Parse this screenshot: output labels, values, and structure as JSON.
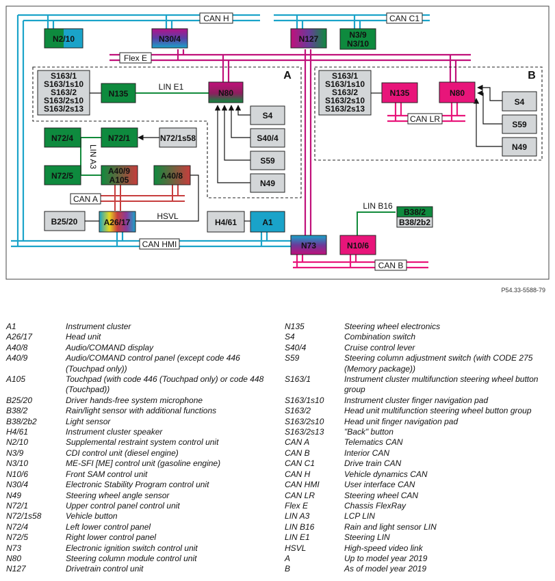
{
  "diagram": {
    "frame_labels": {
      "a": "A",
      "b": "B"
    },
    "buses": {
      "can_h": "CAN H",
      "can_c1": "CAN C1",
      "flex_e": "Flex E",
      "lin_e1": "LIN E1",
      "lin_a3": "LIN A3",
      "can_a": "CAN A",
      "hsvl": "HSVL",
      "can_hmi": "CAN HMI",
      "lin_b16": "LIN B16",
      "can_b": "CAN B",
      "can_lr": "CAN LR"
    },
    "nodes": {
      "n2_10": "N2/10",
      "n30_4": "N30/4",
      "n127": "N127",
      "n3_9": "N3/9",
      "n3_10": "N3/10",
      "a_s_group": [
        "S163/1",
        "S163/1s10",
        "S163/2",
        "S163/2s10",
        "S163/2s13"
      ],
      "a_n135": "N135",
      "a_n80": "N80",
      "a_s4": "S4",
      "a_s40_4": "S40/4",
      "a_s59": "S59",
      "a_n49": "N49",
      "b_s_group": [
        "S163/1",
        "S163/1s10",
        "S163/2",
        "S163/2s10",
        "S163/2s13"
      ],
      "b_n135": "N135",
      "b_n80": "N80",
      "b_s4": "S4",
      "b_s59": "S59",
      "b_n49": "N49",
      "n72_4": "N72/4",
      "n72_1": "N72/1",
      "n72_1s58": "N72/1s58",
      "n72_5": "N72/5",
      "a40_9": "A40/9",
      "a105": "A105",
      "a40_8": "A40/8",
      "b25_20": "B25/20",
      "a26_17": "A26/17",
      "h4_61": "H4/61",
      "a1": "A1",
      "n73": "N73",
      "n10_6": "N10/6",
      "b38_2": "B38/2",
      "b38_2b2": "B38/2b2"
    },
    "colors": {
      "can_blue": "#1aa3c9",
      "flex_magenta": "#c0107a",
      "can_b_pink": "#e8157a",
      "lin_green": "#118a3a",
      "can_a_red": "#c73d3d",
      "green_ecu": "#0e8a3e",
      "grey_box": "#d3d6d8"
    }
  },
  "reference": "P54.33-5588-79",
  "legend": {
    "left": [
      {
        "code": "A1",
        "desc": "Instrument cluster"
      },
      {
        "code": "A26/17",
        "desc": "Head unit"
      },
      {
        "code": "A40/8",
        "desc": "Audio/COMAND display"
      },
      {
        "code": "A40/9",
        "desc": "Audio/COMAND control panel (except code 446 (Touchpad only))"
      },
      {
        "code": "A105",
        "desc": "Touchpad (with code 446 (Touchpad only) or code 448 (Touchpad))"
      },
      {
        "code": "B25/20",
        "desc": "Driver hands-free system microphone"
      },
      {
        "code": "B38/2",
        "desc": "Rain/light sensor with additional functions"
      },
      {
        "code": "B38/2b2",
        "desc": "Light sensor"
      },
      {
        "code": "H4/61",
        "desc": "Instrument cluster speaker"
      },
      {
        "code": "N2/10",
        "desc": "Supplemental restraint system control unit"
      },
      {
        "code": "N3/9",
        "desc": "CDI control unit (diesel engine)"
      },
      {
        "code": "N3/10",
        "desc": "ME-SFI [ME] control unit (gasoline engine)"
      },
      {
        "code": "N10/6",
        "desc": "Front SAM control unit"
      },
      {
        "code": "N30/4",
        "desc": "Electronic Stability Program control unit"
      },
      {
        "code": "N49",
        "desc": "Steering wheel angle sensor"
      },
      {
        "code": "N72/1",
        "desc": "Upper control panel control unit"
      },
      {
        "code": "N72/1s58",
        "desc": "Vehicle button"
      },
      {
        "code": "N72/4",
        "desc": "Left lower control panel"
      },
      {
        "code": "N72/5",
        "desc": "Right lower control panel"
      },
      {
        "code": "N73",
        "desc": "Electronic ignition switch control unit"
      },
      {
        "code": "N80",
        "desc": "Steering column module control unit"
      },
      {
        "code": "N127",
        "desc": "Drivetrain control unit"
      }
    ],
    "right": [
      {
        "code": "N135",
        "desc": "Steering wheel electronics"
      },
      {
        "code": "S4",
        "desc": "Combination switch"
      },
      {
        "code": "S40/4",
        "desc": "Cruise control lever"
      },
      {
        "code": "S59",
        "desc": "Steering column adjustment switch (with CODE 275 (Memory package))"
      },
      {
        "code": "S163/1",
        "desc": "Instrument cluster multifunction steering wheel button group"
      },
      {
        "code": "S163/1s10",
        "desc": "Instrument cluster finger navigation pad"
      },
      {
        "code": "S163/2",
        "desc": "Head unit multifunction steering wheel button group"
      },
      {
        "code": "S163/2s10",
        "desc": "Head unit finger navigation pad"
      },
      {
        "code": "S163/2s13",
        "desc": "\"Back\" button"
      },
      {
        "code": "CAN A",
        "desc": "Telematics CAN"
      },
      {
        "code": "CAN B",
        "desc": "Interior CAN"
      },
      {
        "code": "CAN C1",
        "desc": "Drive train CAN"
      },
      {
        "code": "CAN H",
        "desc": "Vehicle dynamics CAN"
      },
      {
        "code": "CAN HMI",
        "desc": "User interface CAN"
      },
      {
        "code": "CAN LR",
        "desc": "Steering wheel CAN"
      },
      {
        "code": "Flex E",
        "desc": "Chassis FlexRay"
      },
      {
        "code": "LIN A3",
        "desc": "LCP LIN"
      },
      {
        "code": "LIN B16",
        "desc": "Rain and light sensor LIN"
      },
      {
        "code": "LIN E1",
        "desc": "Steering LIN"
      },
      {
        "code": "HSVL",
        "desc": "High-speed video link"
      },
      {
        "code": "A",
        "desc": "Up to model year 2019"
      },
      {
        "code": "B",
        "desc": "As of model year 2019"
      }
    ]
  }
}
